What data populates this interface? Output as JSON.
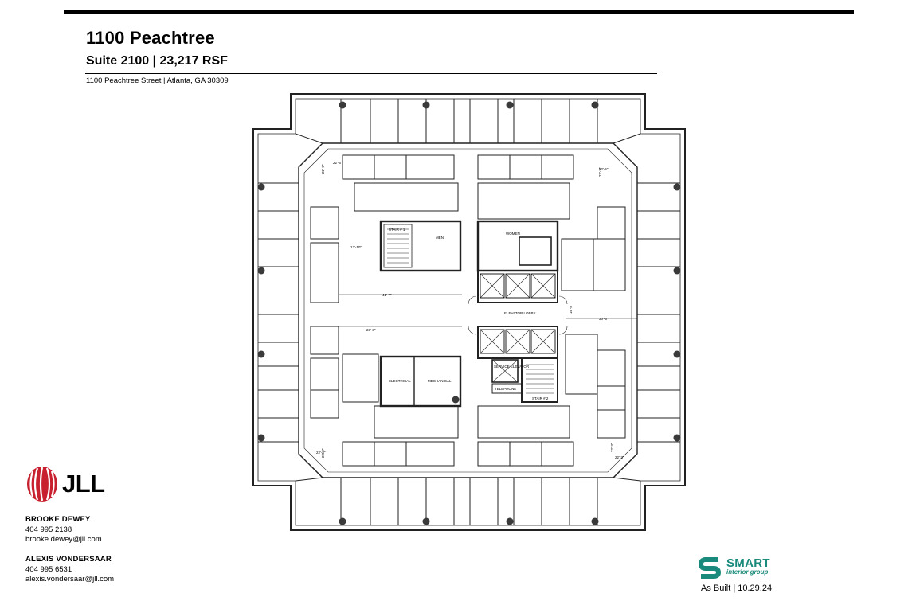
{
  "header": {
    "title": "1100 Peachtree",
    "subtitle": "Suite 2100 | 23,217 RSF",
    "address": "1100 Peachtree Street | Atlanta, GA 30309"
  },
  "floorplan": {
    "labels": {
      "stair1": "STAIR # 1",
      "men": "MEN",
      "women": "WOMEN",
      "elevator_lobby": "ELEVATOR LOBBY",
      "electrical": "ELECTRICAL",
      "mechanical": "MECHANICAL",
      "service_elevator": "SERVICE ELEVATOR",
      "telephone": "TELEPHONE",
      "stair2": "STAIR # 2"
    },
    "dimensions": [
      "22'-5\"",
      "22'-5\"",
      "22'-4\"",
      "22'-3\"",
      "22'-9\"",
      "22'-3\"",
      "22'-9\"",
      "22'-3\"",
      "13'-10\"",
      "41'-7\"",
      "23'-3\"",
      "30'-5\"",
      "16'-8\""
    ]
  },
  "brand": {
    "jll": "JLL",
    "smart": "SMART",
    "smart_sub": "interior group",
    "colors": {
      "jll_red": "#c8202f",
      "smart_teal": "#1a8a7c"
    }
  },
  "contacts": [
    {
      "name": "BROOKE DEWEY",
      "phone": "404 995 2138",
      "email": "brooke.dewey@jll.com"
    },
    {
      "name": "ALEXIS VONDERSAAR",
      "phone": "404 995 6531",
      "email": "alexis.vondersaar@jll.com"
    }
  ],
  "footer": {
    "as_built": "As Built | 10.29.24"
  }
}
